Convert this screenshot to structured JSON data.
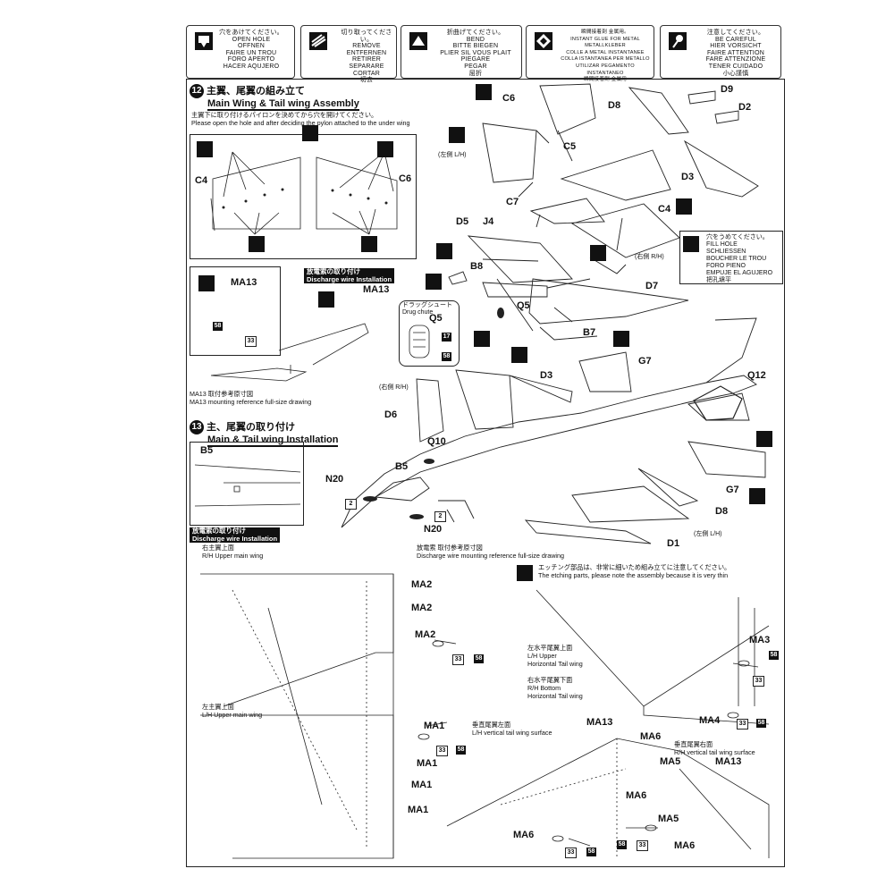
{
  "legend": [
    {
      "icon": "drill-hole-icon",
      "lines": [
        "穴をあけてください。",
        "OPEN HOLE",
        "OFFNEN",
        "FAIRE UN TROU",
        "FORO APERTO",
        "HACER AQUJERO"
      ]
    },
    {
      "icon": "cut-icon",
      "lines": [
        "切り取ってください。",
        "REMOVE",
        "ENTFERNEN",
        "RETIRER",
        "SEPARARE",
        "CORTAR",
        "切去"
      ]
    },
    {
      "icon": "bend-icon",
      "lines": [
        "折曲げてください。",
        "BEND",
        "BITTE BIEGEN",
        "PLIER SIL VOUS PLAIT",
        "PIEGARE",
        "PEGAR",
        "屈折"
      ]
    },
    {
      "icon": "metal-glue-icon",
      "lines": [
        "瞬間接着剤 金属用。",
        "INSTANT GLUE FOR METAL",
        "METALLKLEBER",
        "COLLE A METAL INSTANTANEE",
        "COLLA ISTANTANEA PER METALLO",
        "UTILIZAR PEGAMENTO INSTANTANEO",
        "瞬間接着劑 金屬用"
      ]
    },
    {
      "icon": "caution-icon",
      "lines": [
        "注意してください。",
        "BE CAREFUL",
        "HIER VORSICHT",
        "FAIRE ATTENTION",
        "FARE ATTENZIONE",
        "TENER CUIDADO",
        "小心謹慎"
      ]
    }
  ],
  "step12": {
    "number": "12",
    "title_jp": "主翼、尾翼の組み立て",
    "title_en": "Main Wing & Tail wing Assembly",
    "note_jp": "主翼下に取り付けるパイロンを決めてから穴を開けてください。",
    "note_en": "Please open the hole and after deciding the pylon attached to the under wing",
    "inset_labels": {
      "left": "C4",
      "right": "C6"
    },
    "discharge_jp": "放電索の取り付け",
    "discharge_en": "Discharge wire Installation",
    "ma13": "MA13",
    "ref_jp": "MA13 取付参考原寸図",
    "ref_en": "MA13 mounting reference full-size drawing",
    "drag_jp": "ドラッグシュート",
    "drag_en": "Drug chute",
    "fill_hole": [
      "穴をうめてください。",
      "FILL HOLE",
      "SCHLIESSEN",
      "BOUCHER LE TROU",
      "FORO PIENO",
      "EMPUJE EL AGUJERO",
      "把孔塡平"
    ],
    "parts": [
      "C6",
      "C5",
      "C7",
      "C4",
      "D9",
      "D8",
      "D2",
      "D3",
      "D5",
      "J4",
      "B8",
      "D7",
      "Q5",
      "B7"
    ],
    "side_left": "(左側 L/H)",
    "side_right": "(右側 R/H)"
  },
  "step13": {
    "number": "13",
    "title_jp": "主、尾翼の取り付け",
    "title_en": "Main & Tail wing Installation",
    "inset_label": "B5",
    "discharge_jp": "放電索の取り付け",
    "discharge_en": "Discharge wire Installation",
    "parts": [
      "D3",
      "G7",
      "Q12",
      "D6",
      "Q10",
      "B5",
      "N20",
      "N20",
      "G7",
      "D8",
      "D1"
    ],
    "side_right": "(右側 R/H)",
    "side_left": "(左側 L/H)",
    "ref_jp": "放電索 取付参考原寸図",
    "ref_en": "Discharge wire mounting reference full-size drawing"
  },
  "bottom": {
    "rh_upper_jp": "右主翼上面",
    "rh_upper_en": "R/H Upper main wing",
    "lh_upper_jp": "左主翼上面",
    "lh_upper_en": "L/H Upper main wing",
    "etching_jp": "エッチング部品は、非常に細いため組み立てに注意してください。",
    "etching_en": "The etching parts, please note the assembly because it is very thin",
    "lh_tail_jp": "左水平尾翼上面",
    "lh_tail_en": [
      "L/H Upper",
      "Horizontal Tail wing"
    ],
    "rh_tail_jp": "右水平尾翼下面",
    "rh_tail_en": [
      "R/H Bottom",
      "Horizontal Tail wing"
    ],
    "lh_vert_jp": "垂直尾翼左面",
    "lh_vert_en": "L/H vertical tail wing surface",
    "rh_vert_jp": "垂直尾翼右面",
    "rh_vert_en": "R/H vertical tail wing surface",
    "labels": [
      "MA2",
      "MA2",
      "MA2",
      "MA1",
      "MA1",
      "MA1",
      "MA1",
      "MA3",
      "MA4",
      "MA13",
      "MA6",
      "MA5",
      "MA13",
      "MA6",
      "MA5",
      "MA6",
      "MA6"
    ],
    "nums": [
      "33",
      "58",
      "17",
      "2"
    ]
  }
}
